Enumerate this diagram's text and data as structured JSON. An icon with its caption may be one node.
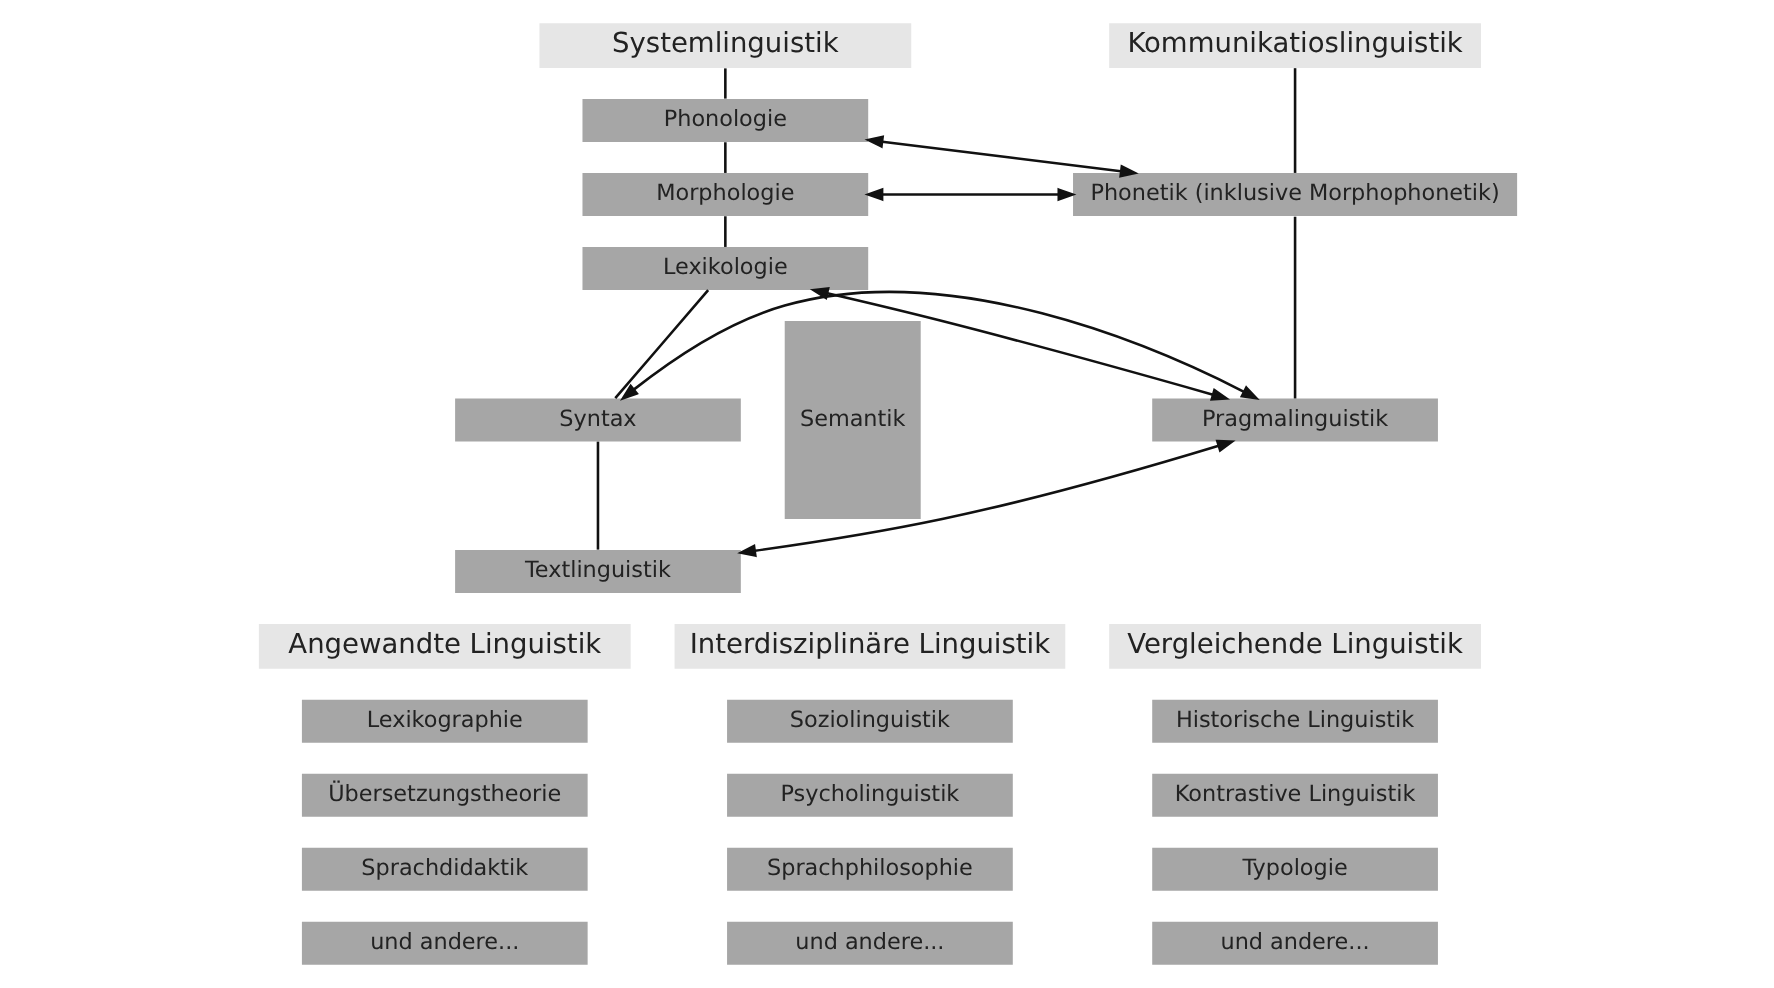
{
  "diagram": {
    "nodes": [
      {
        "text": [
          "Systemlinguistik"
        ]
      },
      {
        "text": [
          "Phonologie"
        ]
      },
      {
        "text": [
          "Morphologie"
        ]
      },
      {
        "text": [
          "Lexikologie"
        ]
      },
      {
        "text": [
          "Syntax"
        ]
      },
      {
        "text": [
          "Textlinguistik"
        ]
      },
      {
        "text": [
          "Semantik"
        ]
      },
      {
        "text": [
          "Kommunikatioslinguistik"
        ]
      },
      {
        "text": [
          "Phonetik (inklusive Morphophonetik)"
        ]
      },
      {
        "text": [
          "Pragmalinguistik"
        ]
      },
      {
        "text": [
          "Angewandte Linguistik"
        ]
      },
      {
        "text": [
          "Lexikographie"
        ]
      },
      {
        "text": [
          "Übersetzungstheorie"
        ]
      },
      {
        "text": [
          "Sprachdidaktik"
        ]
      },
      {
        "text": [
          "und andere..."
        ]
      },
      {
        "text": [
          "Interdisziplinäre Linguistik"
        ]
      },
      {
        "text": [
          "Soziolinguistik"
        ]
      },
      {
        "text": [
          "Psycholinguistik"
        ]
      },
      {
        "text": [
          "Sprachphilosophie"
        ]
      },
      {
        "text": [
          "und andere..."
        ]
      },
      {
        "text": [
          "Vergleichende Linguistik"
        ]
      },
      {
        "text": [
          "Historische Linguistik"
        ]
      },
      {
        "text": [
          "Kontrastive Linguistik"
        ]
      },
      {
        "text": [
          "Typologie"
        ]
      },
      {
        "text": [
          "und andere..."
        ]
      }
    ],
    "edges": [
      {
        "from": 0,
        "to": 1,
        "arrow": "none"
      },
      {
        "from": 1,
        "to": 2,
        "arrow": "none"
      },
      {
        "from": 2,
        "to": 3,
        "arrow": "none"
      },
      {
        "from": 3,
        "to": 4,
        "arrow": "none"
      },
      {
        "from": 4,
        "to": 5,
        "arrow": "none"
      },
      {
        "from": 7,
        "to": 8,
        "arrow": "none"
      },
      {
        "from": 8,
        "to": 9,
        "arrow": "none"
      },
      {
        "from": 1,
        "to": 8,
        "arrow": "both"
      },
      {
        "from": 2,
        "to": 8,
        "arrow": "both"
      },
      {
        "from": 3,
        "to": 9,
        "arrow": "both"
      },
      {
        "from": 4,
        "to": 9,
        "arrow": "both"
      },
      {
        "from": 5,
        "to": 9,
        "arrow": "both"
      }
    ]
  }
}
